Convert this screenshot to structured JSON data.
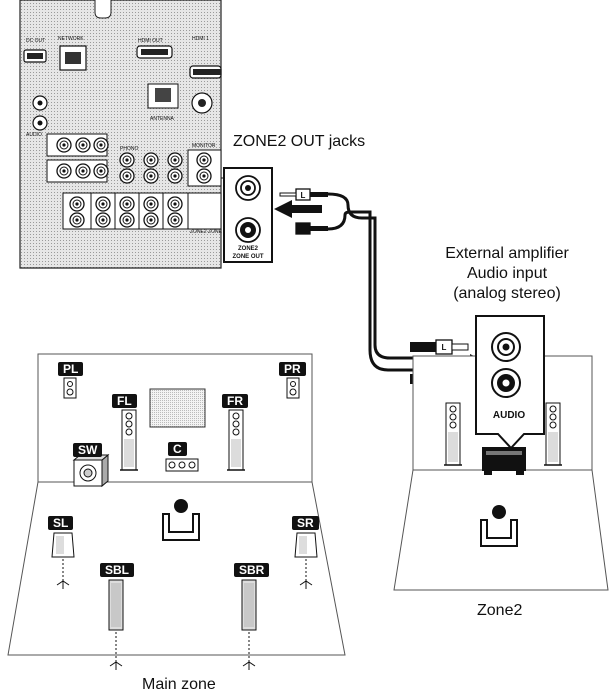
{
  "rear_panel": {
    "labels": [
      "DC OUT",
      "NETWORK",
      "HDMI OUT",
      "HDMI 1",
      "ANTENNA",
      "AUDIO",
      "PHONO",
      "MONITOR",
      "ZONE2 ZONE OUT"
    ]
  },
  "zone2_jack": {
    "title": "ZONE2 OUT jacks",
    "panel_label_line1": "ZONE2",
    "panel_label_line2": "ZONE OUT"
  },
  "external_amp": {
    "title_line1": "External amplifier",
    "title_line2": "Audio input",
    "title_line3": "(analog stereo)",
    "panel_label": "AUDIO"
  },
  "cable": {
    "plug_label": "L"
  },
  "main_zone": {
    "label": "Main zone",
    "speakers": [
      "PL",
      "PR",
      "FL",
      "FR",
      "SW",
      "C",
      "SL",
      "SR",
      "SBL",
      "SBR"
    ]
  },
  "zone2": {
    "label": "Zone2"
  },
  "colors": {
    "line": "#111111",
    "panel": "#d7d7d7",
    "room": "#ffffff"
  }
}
